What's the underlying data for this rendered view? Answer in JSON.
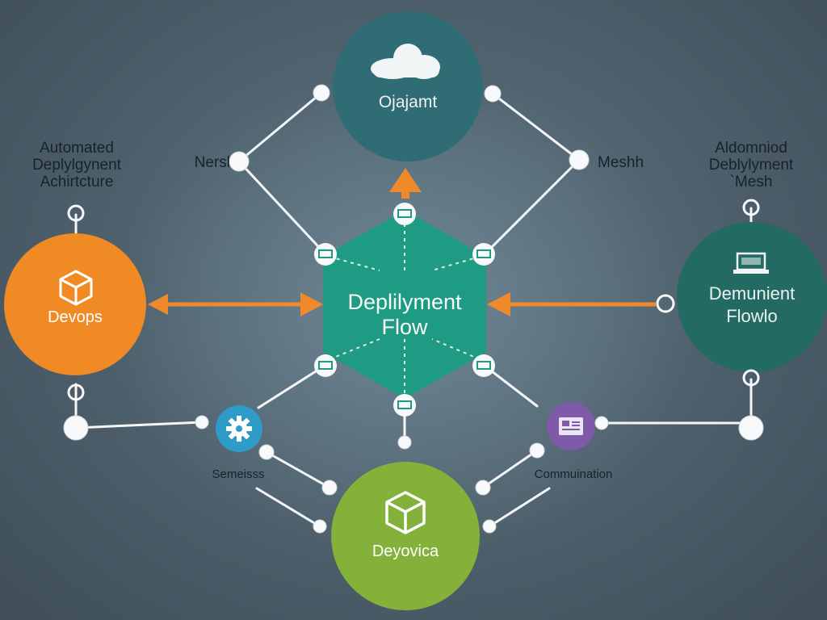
{
  "nodes": {
    "cloud": {
      "label": "Ojajamt",
      "color": "#2f6c73"
    },
    "devops": {
      "label": "Devops",
      "color": "#f08a24"
    },
    "center": {
      "line1": "Deplilyment",
      "line2": "Flow",
      "color": "#1f9b84"
    },
    "right": {
      "line1": "Demunient",
      "line2": "Flowlo",
      "color": "#236a63"
    },
    "bottom": {
      "label": "Deyovica",
      "color": "#83b13a"
    },
    "gear": {
      "color": "#2e9bc9"
    },
    "chat": {
      "color": "#7f5aa9"
    }
  },
  "captions": {
    "left_title": [
      "Automated",
      "Deplylgynent",
      "Achirtcture"
    ],
    "right_title": [
      "Aldomniod",
      "Deblylyment",
      "`Mesh"
    ],
    "nersl": "Nersl",
    "meshh": "Meshh",
    "semeisss": "Semeisss",
    "commuination": "Commuination"
  },
  "colors": {
    "arrow": "#f0892a",
    "connector": "#f4f6f7",
    "node_dot": "#f7f9fa"
  },
  "icons": [
    "cloud-icon",
    "cube-icon",
    "gear-icon",
    "laptop-icon",
    "document-icon",
    "chip-icon"
  ]
}
